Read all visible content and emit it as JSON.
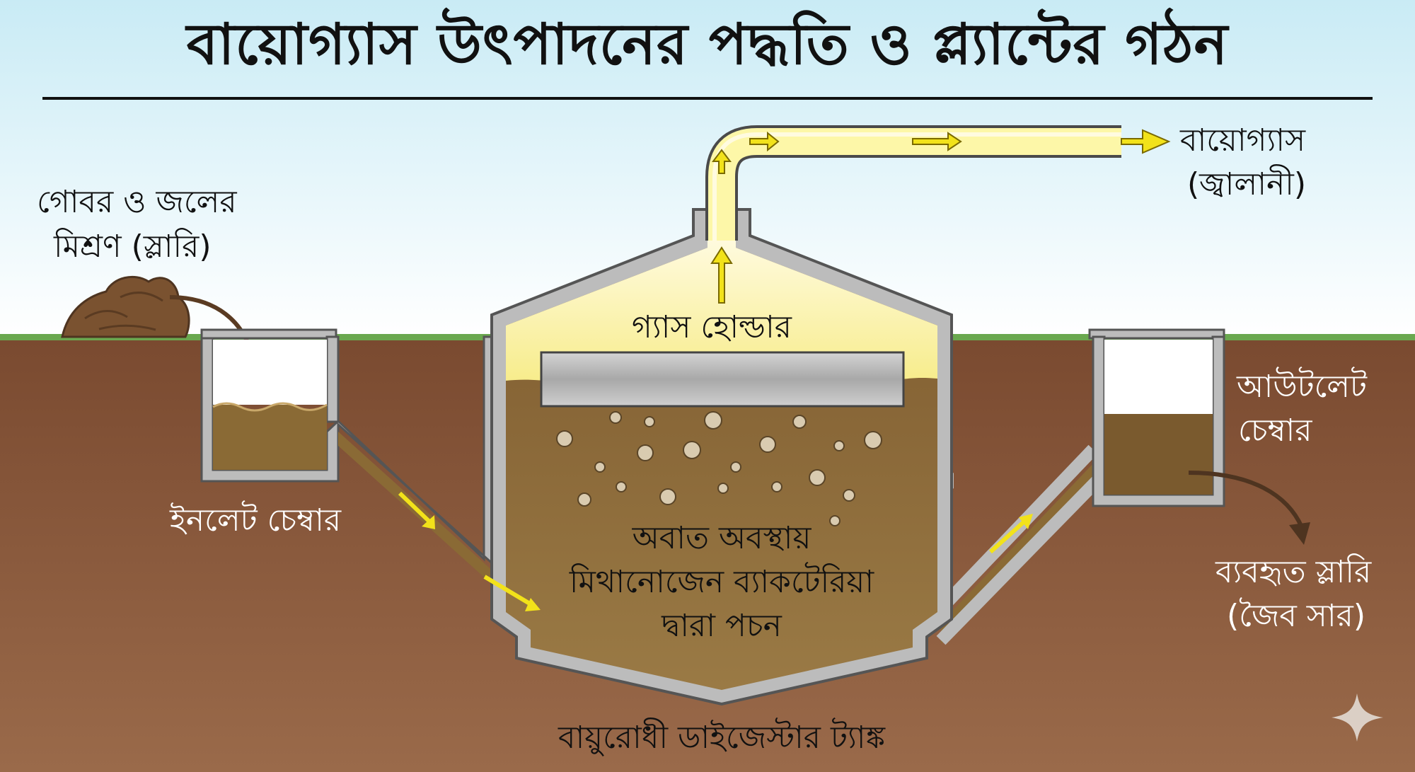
{
  "title": "বায়োগ্যাস উৎপাদনের পদ্ধতি ও প্ল্যান্টের গঠন",
  "labels": {
    "slurry_input": [
      "গোবর ও জলের",
      "মিশ্রণ (স্লারি)"
    ],
    "inlet_chamber": "ইনলেট চেম্বার",
    "gas_holder": "গ্যাস হোল্ডার",
    "digestion": [
      "অবাত অবস্থায়",
      "মিথানোজেন ব্যাকটেরিয়া",
      "দ্বারা পচন"
    ],
    "digester_tank": "বায়ুরোধী ডাইজেস্টার ট্যাঙ্ক",
    "biogas_output": [
      "বায়োগ্যাস",
      "(জ্বালানী)"
    ],
    "outlet_chamber": [
      "আউটলেট",
      "চেম্বার"
    ],
    "used_slurry": [
      "ব্যবহৃত স্লারি",
      "(জৈব সার)"
    ]
  },
  "colors": {
    "sky_top": "#c9ebf5",
    "sky_bottom": "#ffffff",
    "soil": "#8a5a3c",
    "grass": "#6aa84f",
    "wall": "#b8b8b8",
    "slurry": "#8a6a35",
    "gas": "#fbf6b8",
    "pipe_fill": "#fdf7a8",
    "arrow": "#f2e21a",
    "manure": "#7a5230"
  },
  "icons": [
    "sparkle-icon"
  ]
}
